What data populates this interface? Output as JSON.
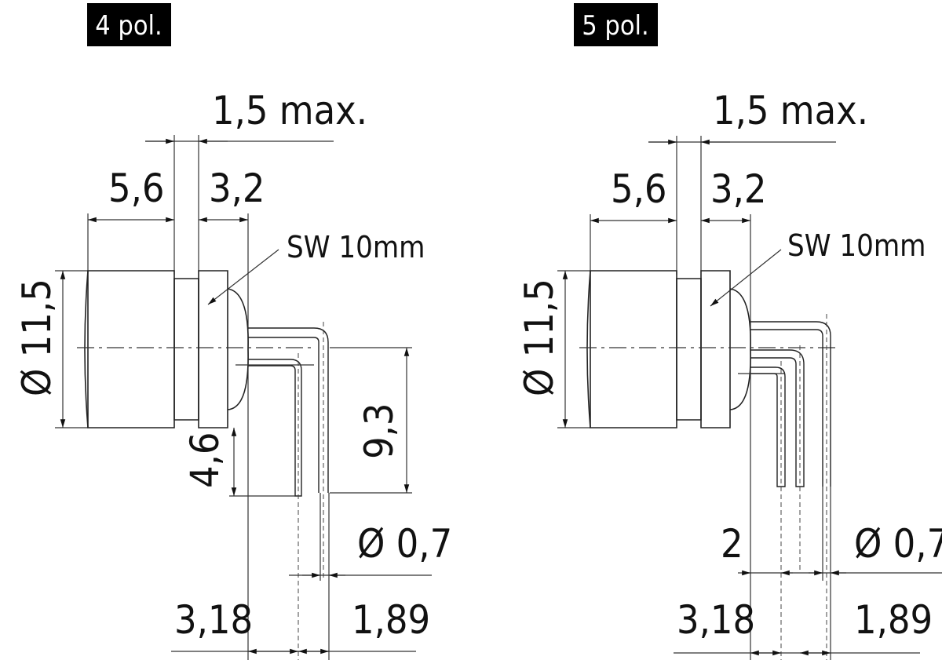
{
  "left": {
    "badge": "4 pol.",
    "dim_max": "1,5 max.",
    "dim_body": "5,6",
    "dim_flange": "3,2",
    "wrench": "SW 10mm",
    "diameter": "Ø 11,5",
    "pin_height": "4,6",
    "pin_length": "9,3",
    "pin_diameter": "Ø 0,7",
    "pitch_a": "3,18",
    "pitch_b": "1,89"
  },
  "right": {
    "badge": "5 pol.",
    "dim_max": "1,5 max.",
    "dim_body": "5,6",
    "dim_flange": "3,2",
    "wrench": "SW 10mm",
    "diameter": "Ø 11,5",
    "pin_gap": "2",
    "pin_diameter": "Ø 0,7",
    "pitch_a": "3,18",
    "pitch_b": "1,89"
  },
  "colors": {
    "badge_bg": "#000000",
    "line": "#222222"
  }
}
